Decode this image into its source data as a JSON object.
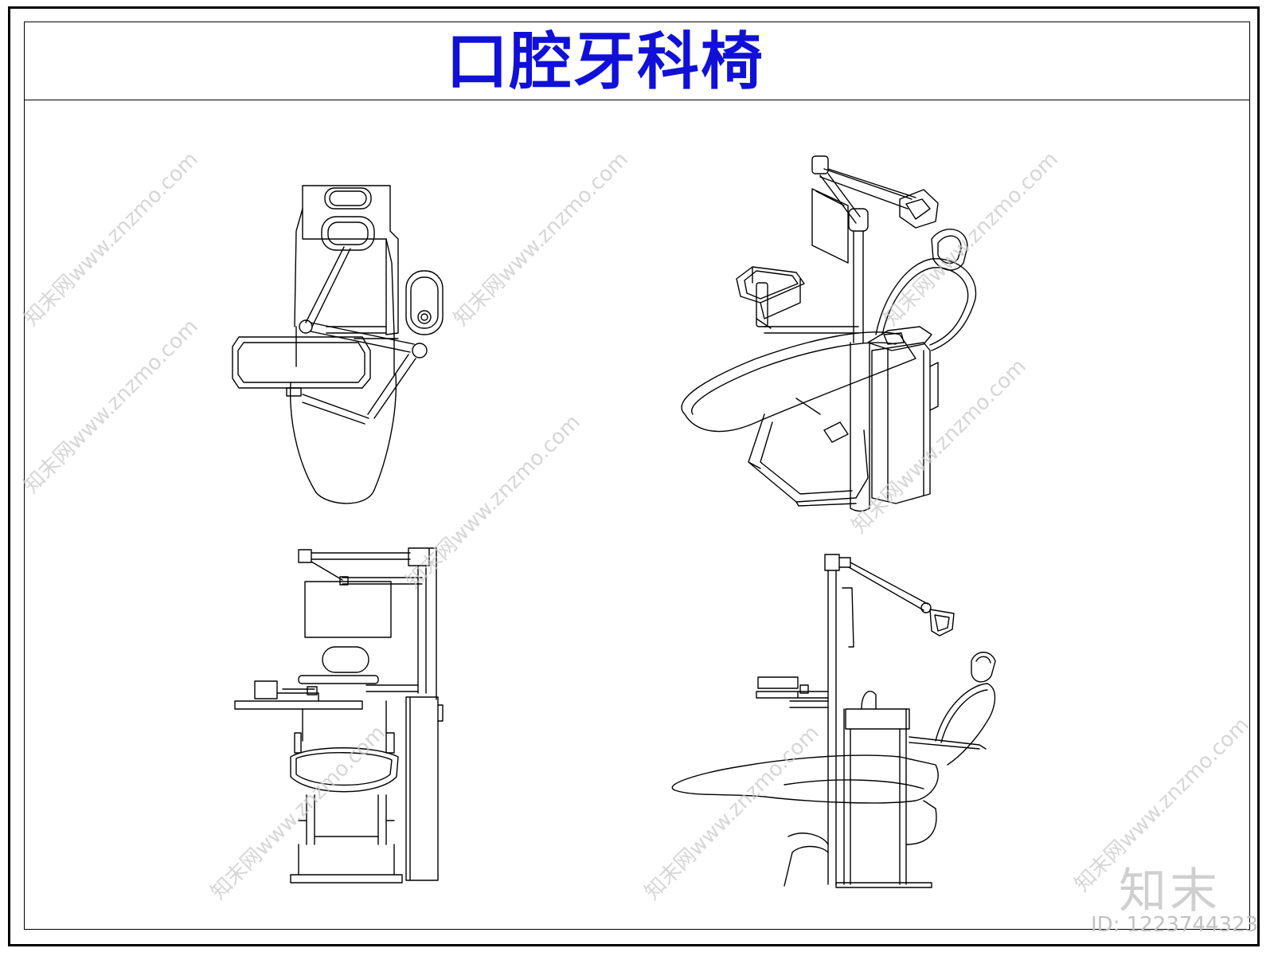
{
  "title": "口腔牙科椅",
  "watermark": {
    "text": "知末网www.znzmo.com",
    "brand": "知末",
    "id_label": "ID: 1223744323"
  },
  "views": [
    {
      "name": "top-view"
    },
    {
      "name": "isometric-view"
    },
    {
      "name": "front-view"
    },
    {
      "name": "side-view"
    }
  ],
  "colors": {
    "title": "#1010d8",
    "line": "#000000",
    "watermark": "#c9c9c9"
  }
}
